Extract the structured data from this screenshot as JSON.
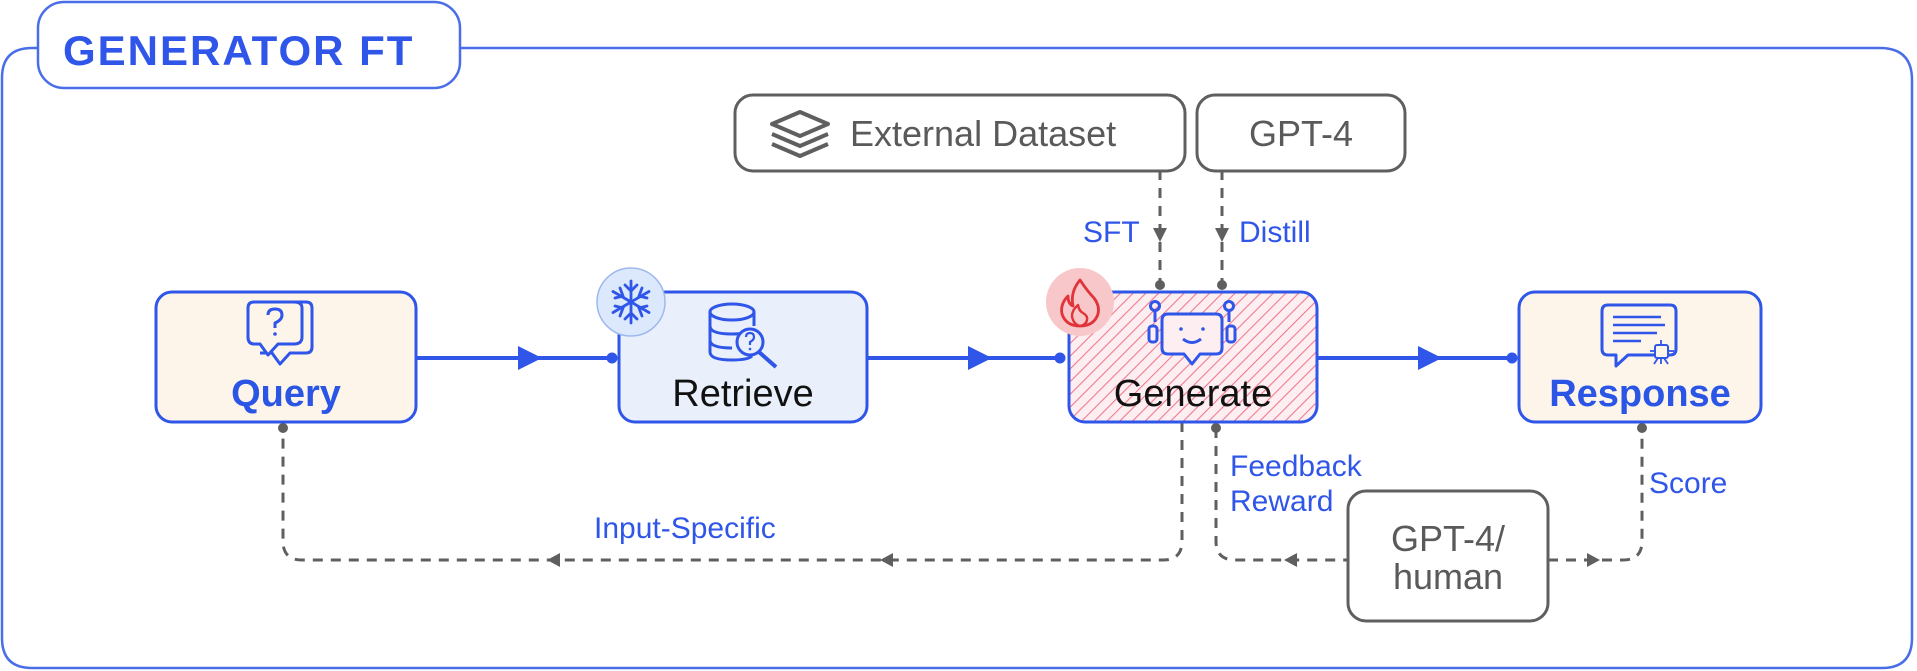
{
  "title": "GENERATOR FT",
  "nodes": {
    "query": "Query",
    "retrieve": "Retrieve",
    "generate": "Generate",
    "response": "Response"
  },
  "sources": {
    "external_dataset": "External Dataset",
    "gpt4": "GPT-4",
    "gpt4_human": [
      "GPT-4/",
      "human"
    ]
  },
  "edge_labels": {
    "sft": "SFT",
    "distill": "Distill",
    "feedback": "Feedback",
    "reward": "Reward",
    "score": "Score",
    "input_specific": "Input-Specific"
  },
  "colors": {
    "accent": "#2f56e8",
    "query_fill": "#fdf4ea",
    "retrieve_fill": "#e9f0fb",
    "generate_hatch": "#f07a8e",
    "gray_stroke": "#5f5f5f"
  },
  "icons": [
    "question-chat-icon",
    "database-search-icon",
    "robot-chat-icon",
    "document-chat-icon",
    "stack-layers-icon",
    "snowflake-icon",
    "flame-icon"
  ]
}
